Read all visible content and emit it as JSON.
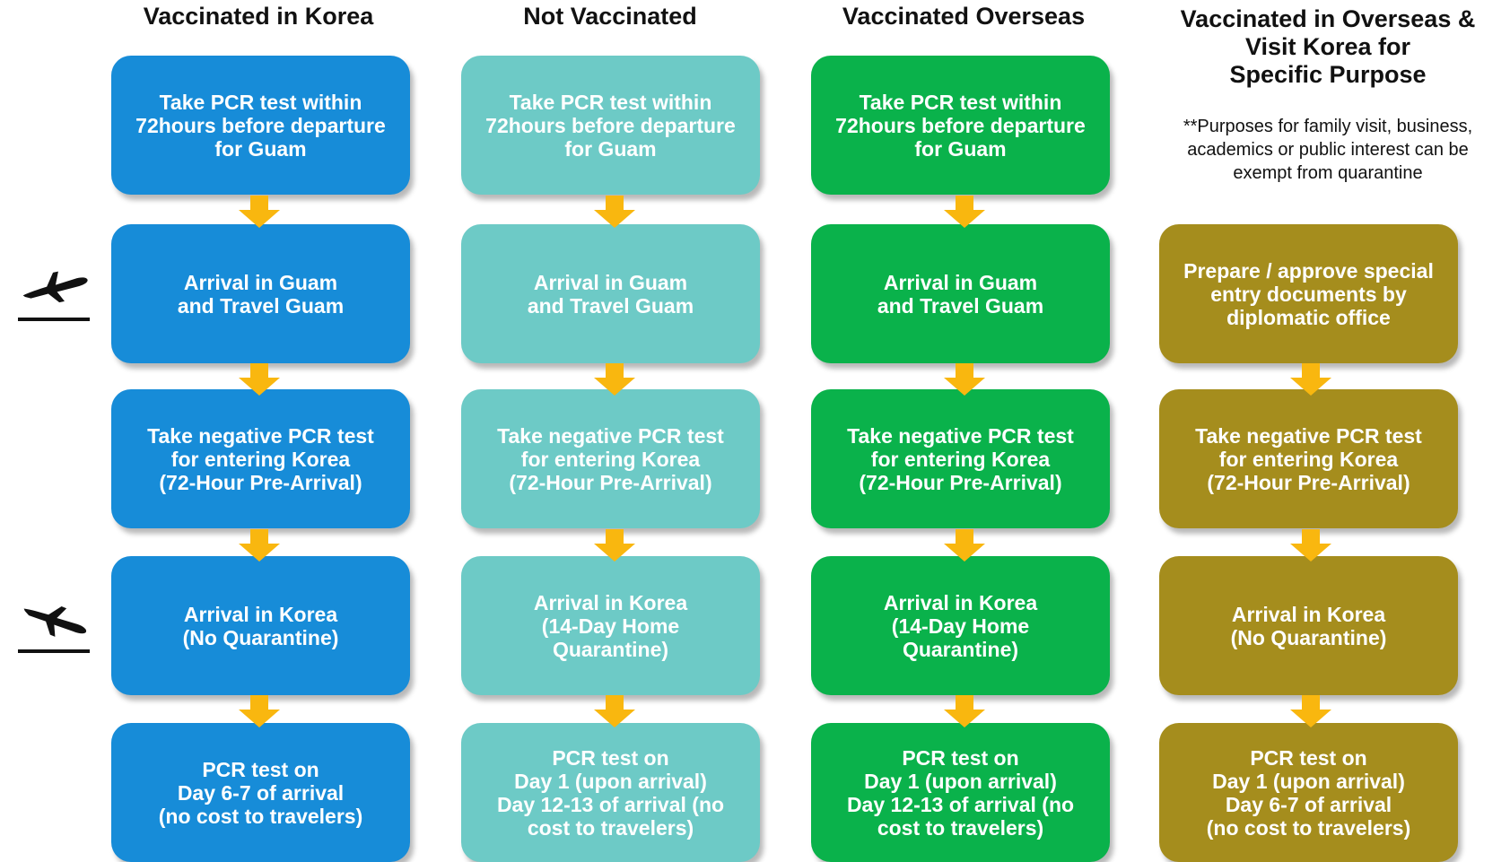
{
  "colors": {
    "blue": "#178cd8",
    "teal": "#6dcac6",
    "green": "#0ab24b",
    "olive": "#a58d1d",
    "arrow": "#f9b70f",
    "text_dark": "#111111"
  },
  "icons": [
    "airplane-departure-icon",
    "airplane-arrival-icon",
    "down-arrow-icon"
  ],
  "columns": [
    {
      "title": "Vaccinated in Korea",
      "color": "blue",
      "steps": [
        "Take PCR test within\n72hours before departure\nfor Guam",
        "Arrival in Guam\nand Travel Guam",
        "Take negative PCR test\nfor entering Korea\n(72-Hour Pre-Arrival)",
        "Arrival in Korea\n(No Quarantine)",
        "PCR test on\nDay 6-7 of arrival\n(no cost to travelers)"
      ]
    },
    {
      "title": "Not Vaccinated",
      "color": "teal",
      "steps": [
        "Take PCR test within\n72hours before departure\nfor Guam",
        "Arrival in Guam\nand Travel Guam",
        "Take negative PCR test\nfor entering Korea\n(72-Hour Pre-Arrival)",
        "Arrival in Korea\n(14-Day Home\nQuarantine)",
        "PCR test on\nDay 1 (upon arrival)\nDay 12-13 of arrival (no\ncost to travelers)"
      ]
    },
    {
      "title": "Vaccinated Overseas",
      "color": "green",
      "steps": [
        "Take PCR test within\n72hours before departure\nfor Guam",
        "Arrival in Guam\nand Travel Guam",
        "Take negative PCR test\nfor entering Korea\n(72-Hour Pre-Arrival)",
        "Arrival in Korea\n(14-Day Home\nQuarantine)",
        "PCR test on\nDay 1 (upon arrival)\nDay 12-13 of arrival (no\ncost to travelers)"
      ]
    },
    {
      "title": "Vaccinated in Overseas &\nVisit Korea for\nSpecific Purpose",
      "note": "**Purposes for family visit, business,\nacademics or public interest can be\nexempt from quarantine",
      "color": "olive",
      "steps": [
        "Prepare / approve special\nentry documents by\ndiplomatic office",
        "Take negative PCR test\nfor entering Korea\n(72-Hour Pre-Arrival)",
        "Arrival in Korea\n(No Quarantine)",
        "PCR test on\nDay 1 (upon arrival)\nDay 6-7 of arrival\n(no cost to travelers)"
      ]
    }
  ]
}
